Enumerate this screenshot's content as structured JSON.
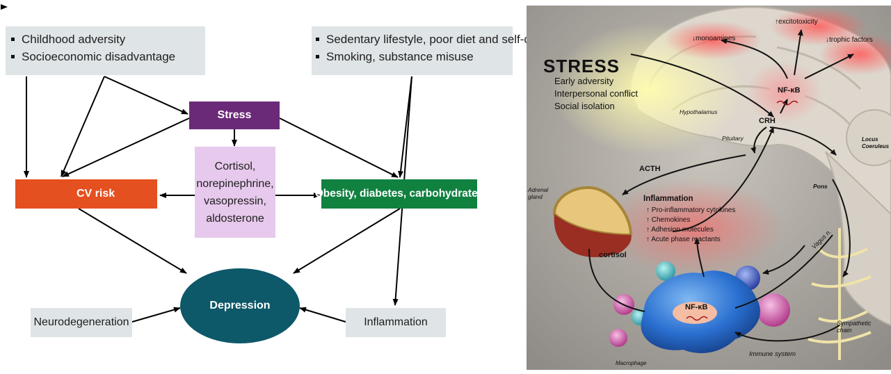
{
  "left_diagram": {
    "top_left_box": [
      "Childhood adversity",
      "Socioeconomic disadvantage"
    ],
    "top_right_box": [
      "Sedentary lifestyle, poor diet and self-care",
      "Smoking, substance misuse"
    ],
    "stress": "Stress",
    "hormones": [
      "Cortisol,",
      "norepinephrine,",
      "vasopressin,",
      "aldosterone"
    ],
    "cv_risk": "CV risk",
    "obesity": "Obesity, diabetes, carbohydrates",
    "depression": "Depression",
    "neurodegeneration": "Neurodegeneration",
    "inflammation": "Inflammation",
    "colors": {
      "stress": "#6b2a78",
      "cv_risk": "#e4501f",
      "obesity": "#118140",
      "depression": "#0d5869",
      "hormones": "#e6c9ec",
      "grey_box": "#dfe4e6"
    }
  },
  "right_illustration": {
    "stress_title": "STRESS",
    "stress_items": [
      "Early adversity",
      "Interpersonal conflict",
      "Social isolation"
    ],
    "excitotoxicity": "↑excitotoxicity",
    "monoamines": "↓monoamines",
    "trophic": "↓trophic factors",
    "nfkb_brain": "NF-κB",
    "hypothalamus": "Hypothalamus",
    "crh": "CRH",
    "pituitary": "Pituitary",
    "locus": [
      "Locus",
      "Coeruleus"
    ],
    "acth": "ACTH",
    "adrenal": [
      "Adrenal",
      "gland"
    ],
    "pons": "Pons",
    "inflammation_title": "Inflammation",
    "inflammation_items": [
      "↑ Pro-inflammatory cytokines",
      "↑ Chemokines",
      "↑ Adhesion molecules",
      "↑ Acute phase reactants"
    ],
    "cortisol": "cortisol",
    "vagus": "Vagus n.",
    "nfkb_immune": "NF-κB",
    "sympathetic": [
      "Sympathetic",
      "chain"
    ],
    "immune_system": "Immune system",
    "macrophage": "Macrophage"
  }
}
